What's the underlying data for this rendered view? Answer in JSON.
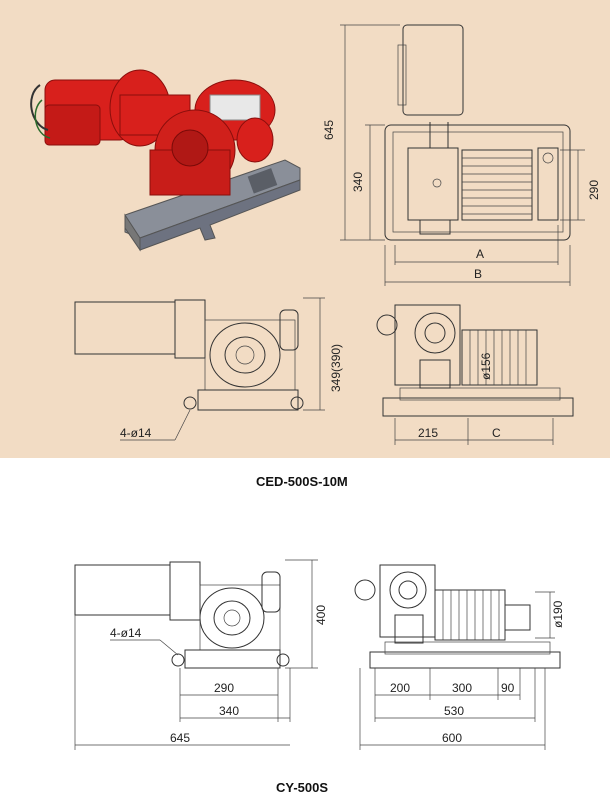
{
  "top": {
    "caption": "CED-500S-10M",
    "dims": {
      "height_total": "645",
      "height_frame": "340",
      "width_right": "290",
      "a": "A",
      "b": "B",
      "side_height": "349(390)",
      "holes": "4-ø14",
      "drum": "ø156",
      "base": "215",
      "c": "C"
    }
  },
  "bottom": {
    "caption": "CY-500S",
    "dims": {
      "height": "400",
      "holes": "4-ø14",
      "d290": "290",
      "d340": "340",
      "d645": "645",
      "drum": "ø190",
      "d200": "200",
      "d300": "300",
      "d90": "90",
      "d530": "530",
      "d600": "600"
    }
  },
  "colors": {
    "panel": "#f2dcc4",
    "winch": "#d8201c",
    "frame": "#8a8f99"
  }
}
